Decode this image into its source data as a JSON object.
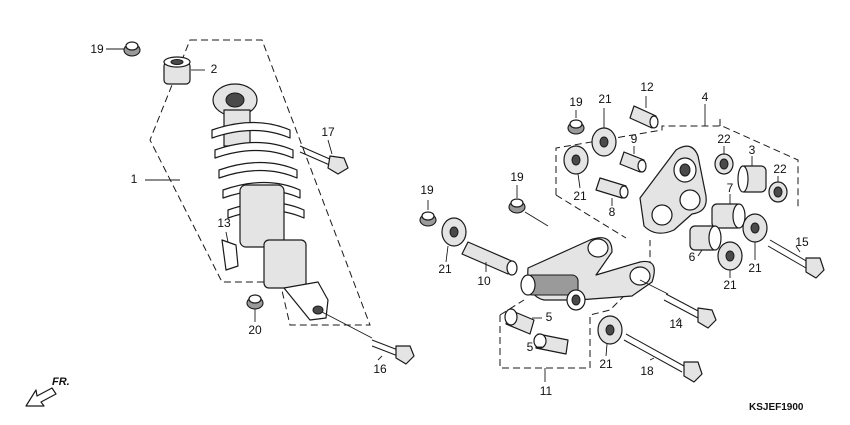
{
  "diagram_code": "KSJEF1900",
  "front_label": "FR.",
  "callouts": [
    "19",
    "2",
    "17",
    "1",
    "13",
    "20",
    "16",
    "19",
    "21",
    "12",
    "4",
    "9",
    "22",
    "3",
    "21",
    "8",
    "22",
    "7",
    "19",
    "19",
    "21",
    "6",
    "15",
    "10",
    "21",
    "21",
    "5",
    "14",
    "5",
    "21",
    "18",
    "11"
  ],
  "colors": {
    "line": "#1a1a1a",
    "part_fill": "#e4e4e4",
    "background": "#ffffff"
  }
}
